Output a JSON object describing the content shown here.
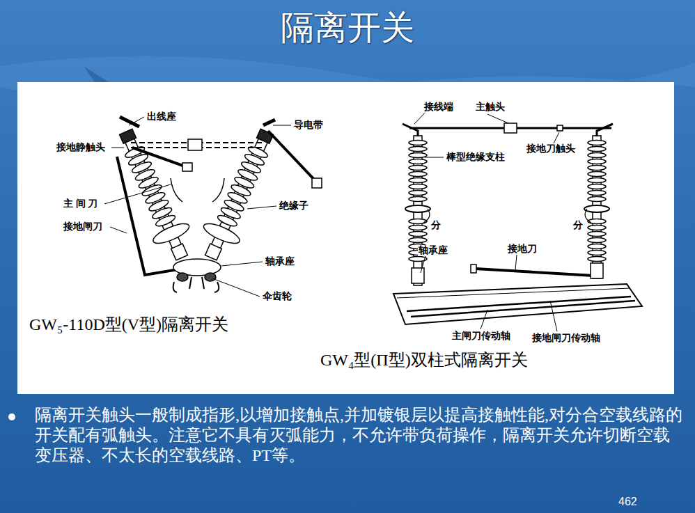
{
  "diagram": {
    "title": "隔离开关",
    "labels": [
      "出线座",
      "导电带",
      "接地静触头",
      "主 间 刀",
      "接地闸刀",
      "绝缘子",
      "轴承座",
      "伞齿轮",
      "GW₅-110D型(V型)隔离开关",
      "接线端",
      "主触头",
      "棒型绝缘支柱",
      "接地刀触头",
      "分",
      "分",
      "轴承座",
      "接地刀",
      "主闸刀传动轴",
      "接地闸刀传动轴",
      "GW₄型(Π型)双柱式隔离开关",
      "隔离开关触头一般制成指形,以增加接触点,并加镀银层以提高接触性能,对分合空载线路的开关配有弧触头。注意它不具有灭弧能力，不允许带负荷操作，隔离开关允许切断空载变压器、不太长的空载线路、PT等。",
      "462"
    ]
  }
}
